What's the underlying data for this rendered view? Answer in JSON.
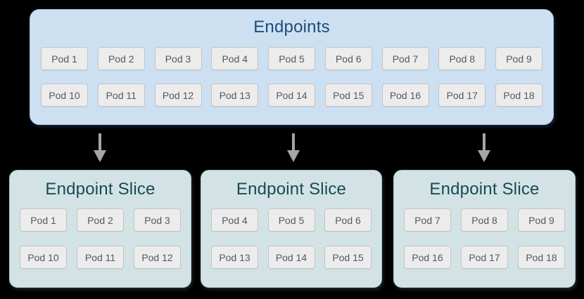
{
  "colors": {
    "canvas-bg": "#000000",
    "endpoints-bg": "#cde0f2",
    "endpoints-border": "#aac7e2",
    "endpoints-title": "#1e4b78",
    "slice-bg": "#d3e3e5",
    "slice-border": "#a9c4c8",
    "slice-title": "#194a53",
    "pod-bg": "#ececec",
    "pod-border": "#c4c4c4",
    "pod-text": "#55585c",
    "arrow": "#a5a5a5"
  },
  "icons": {
    "flow_arrow": "arrow-down"
  },
  "endpoints": {
    "title": "Endpoints",
    "pods": [
      "Pod 1",
      "Pod 2",
      "Pod 3",
      "Pod 4",
      "Pod 5",
      "Pod 6",
      "Pod 7",
      "Pod 8",
      "Pod 9",
      "Pod 10",
      "Pod 11",
      "Pod 12",
      "Pod 13",
      "Pod 14",
      "Pod 15",
      "Pod 16",
      "Pod 17",
      "Pod 18"
    ]
  },
  "slices": [
    {
      "title": "Endpoint Slice",
      "pods": [
        "Pod 1",
        "Pod 2",
        "Pod 3",
        "Pod 10",
        "Pod 11",
        "Pod 12"
      ]
    },
    {
      "title": "Endpoint Slice",
      "pods": [
        "Pod 4",
        "Pod 5",
        "Pod 6",
        "Pod 13",
        "Pod 14",
        "Pod 15"
      ]
    },
    {
      "title": "Endpoint Slice",
      "pods": [
        "Pod 7",
        "Pod 8",
        "Pod 9",
        "Pod 16",
        "Pod 17",
        "Pod 18"
      ]
    }
  ]
}
